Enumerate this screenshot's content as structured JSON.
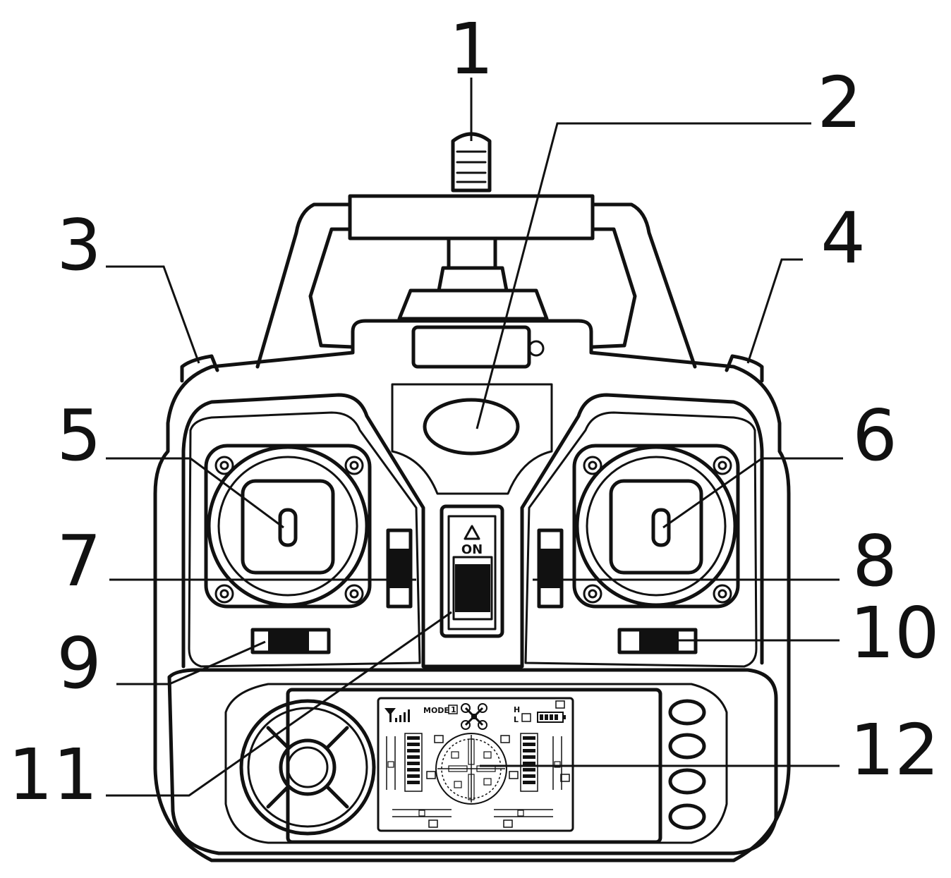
{
  "callouts": [
    {
      "id": "1",
      "label": "1",
      "part": "antenna"
    },
    {
      "id": "2",
      "label": "2",
      "part": "center-oval-indicator"
    },
    {
      "id": "3",
      "label": "3",
      "part": "left-shoulder-button"
    },
    {
      "id": "4",
      "label": "4",
      "part": "right-shoulder-button"
    },
    {
      "id": "5",
      "label": "5",
      "part": "left-joystick"
    },
    {
      "id": "6",
      "label": "6",
      "part": "right-joystick"
    },
    {
      "id": "7",
      "label": "7",
      "part": "left-vertical-trim"
    },
    {
      "id": "8",
      "label": "8",
      "part": "right-vertical-trim"
    },
    {
      "id": "9",
      "label": "9",
      "part": "left-horizontal-trim"
    },
    {
      "id": "10",
      "label": "10",
      "part": "right-horizontal-trim"
    },
    {
      "id": "11",
      "label": "11",
      "part": "power-switch"
    },
    {
      "id": "12",
      "label": "12",
      "part": "lcd-display"
    }
  ],
  "power_switch": {
    "label": "ON"
  },
  "lcd": {
    "mode_text": "MODE",
    "mode_value": "1",
    "high_label": "H",
    "low_label": "L"
  }
}
